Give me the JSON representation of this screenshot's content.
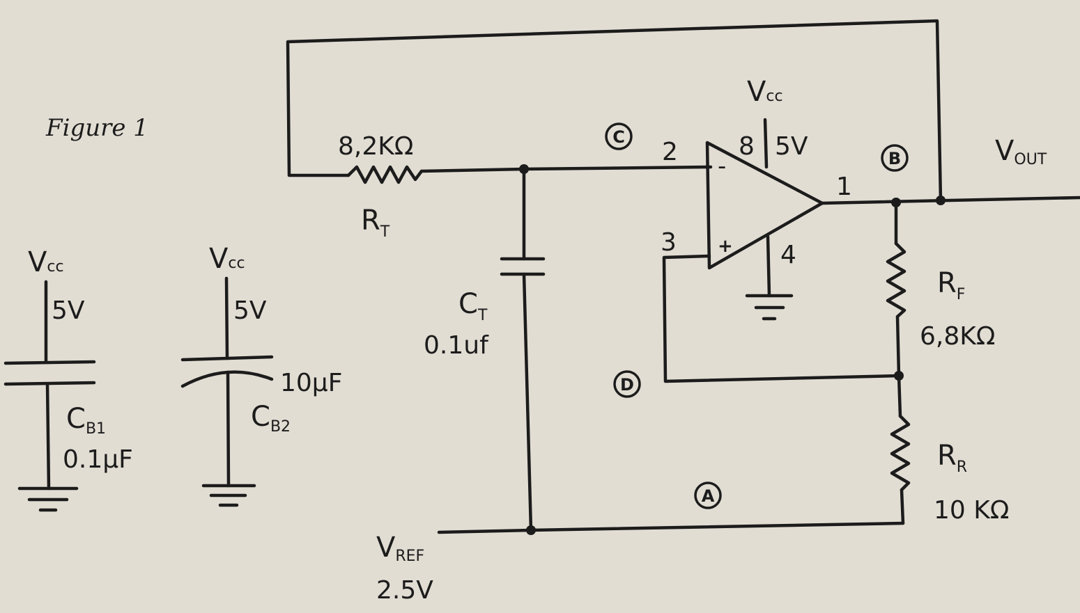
{
  "figure_label": "Figure 1",
  "rt": {
    "name": "R",
    "sub": "T",
    "value": "8,2KΩ"
  },
  "ct": {
    "name": "C",
    "sub": "T",
    "value": "0.1uf"
  },
  "rf": {
    "name": "R",
    "sub": "F",
    "value": "6,8KΩ"
  },
  "rr": {
    "name": "R",
    "sub": "R",
    "value": "10 KΩ"
  },
  "cb1": {
    "name": "C",
    "sub": "B1",
    "value": "0.1μF",
    "supply_name": "V",
    "supply_sub": "cc",
    "supply_value": "5V"
  },
  "cb2": {
    "name": "C",
    "sub": "B2",
    "value": "10μF",
    "supply_name": "V",
    "supply_sub": "cc",
    "supply_value": "5V"
  },
  "opamp": {
    "supply_name": "V",
    "supply_sub": "cc",
    "supply_value": "5V",
    "pin_inverting": "2",
    "pin_noninverting": "3",
    "pin_output": "1",
    "pin_supply": "8",
    "pin_ground": "4",
    "minus": "-",
    "plus": "+"
  },
  "vout": {
    "name": "V",
    "sub": "OUT"
  },
  "vref": {
    "name": "V",
    "sub": "REF",
    "value": "2.5V"
  },
  "nodes": {
    "a": "A",
    "b": "B",
    "c": "C",
    "d": "D"
  }
}
